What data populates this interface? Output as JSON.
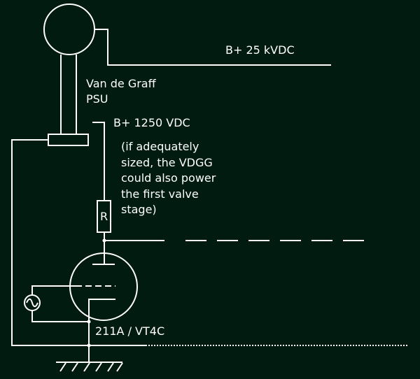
{
  "diagram": {
    "colors": {
      "background": "#021b10",
      "line": "#ffffff"
    },
    "labels": {
      "b_plus_hv": "B+ 25 kVDC",
      "psu_line1": "Van de Graff",
      "psu_line2": "PSU",
      "b_plus_lv": "B+ 1250 VDC",
      "note_lines": [
        "(if adequately",
        "sized, the VDGG",
        "could also power",
        "the first valve",
        "stage)"
      ],
      "resistor": "R",
      "valve": "211A / VT4C"
    },
    "components": {
      "generator": "van-de-graff-generator",
      "signal_source": "ac-source-icon",
      "ground": "ground-icon"
    }
  }
}
